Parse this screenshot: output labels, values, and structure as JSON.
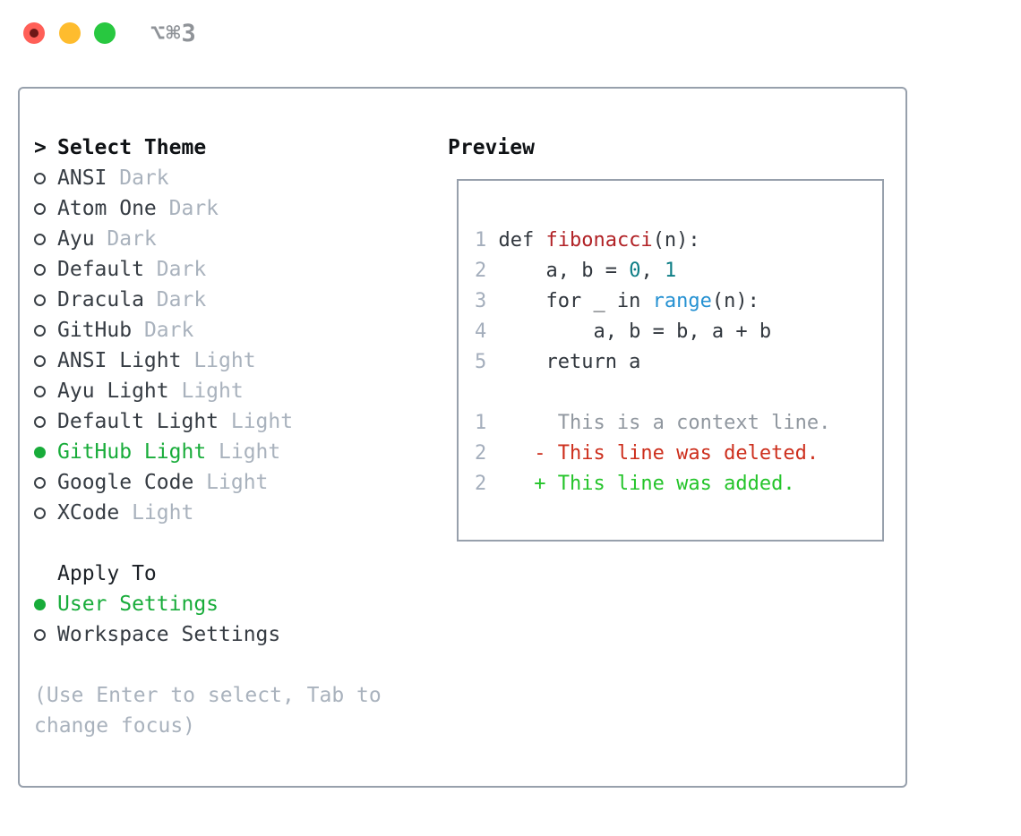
{
  "window": {
    "title": "⌥⌘3",
    "traffic_lights": [
      {
        "name": "close",
        "color": "#ff5f57",
        "has_unsaved_dot": true
      },
      {
        "name": "minimize",
        "color": "#febc2e"
      },
      {
        "name": "zoom",
        "color": "#28c840"
      }
    ]
  },
  "theme_panel": {
    "pointer": ">",
    "heading": "Select Theme",
    "themes": [
      {
        "name": "ANSI",
        "variant": "Dark",
        "selected": false
      },
      {
        "name": "Atom One",
        "variant": "Dark",
        "selected": false
      },
      {
        "name": "Ayu",
        "variant": "Dark",
        "selected": false
      },
      {
        "name": "Default",
        "variant": "Dark",
        "selected": false
      },
      {
        "name": "Dracula",
        "variant": "Dark",
        "selected": false
      },
      {
        "name": "GitHub",
        "variant": "Dark",
        "selected": false
      },
      {
        "name": "ANSI Light",
        "variant": "Light",
        "selected": false
      },
      {
        "name": "Ayu Light",
        "variant": "Light",
        "selected": false
      },
      {
        "name": "Default Light",
        "variant": "Light",
        "selected": false
      },
      {
        "name": "GitHub Light",
        "variant": "Light",
        "selected": true
      },
      {
        "name": "Google Code",
        "variant": "Light",
        "selected": false
      },
      {
        "name": "XCode",
        "variant": "Light",
        "selected": false
      }
    ],
    "apply_heading": "Apply To",
    "apply_options": [
      {
        "name": "User Settings",
        "selected": true
      },
      {
        "name": "Workspace Settings",
        "selected": false
      }
    ],
    "help_text": "(Use Enter to select, Tab to change focus)"
  },
  "preview": {
    "heading": "Preview",
    "code_lines": [
      {
        "num": "1",
        "tokens": [
          {
            "text": "def ",
            "type": "plain"
          },
          {
            "text": "fibonacci",
            "type": "func"
          },
          {
            "text": "(n):",
            "type": "plain"
          }
        ]
      },
      {
        "num": "2",
        "tokens": [
          {
            "text": "    a, b = ",
            "type": "plain"
          },
          {
            "text": "0",
            "type": "num"
          },
          {
            "text": ", ",
            "type": "plain"
          },
          {
            "text": "1",
            "type": "num"
          }
        ]
      },
      {
        "num": "3",
        "tokens": [
          {
            "text": "    for _ in ",
            "type": "plain"
          },
          {
            "text": "range",
            "type": "builtin"
          },
          {
            "text": "(n):",
            "type": "plain"
          }
        ]
      },
      {
        "num": "4",
        "tokens": [
          {
            "text": "        a, b = b, a + b",
            "type": "plain"
          }
        ]
      },
      {
        "num": "5",
        "tokens": [
          {
            "text": "    return a",
            "type": "plain"
          }
        ]
      },
      {
        "num": "",
        "tokens": []
      },
      {
        "num": "1",
        "tokens": [
          {
            "text": "     This is a context line.",
            "type": "context"
          }
        ]
      },
      {
        "num": "2",
        "tokens": [
          {
            "text": "   - This line was deleted.",
            "type": "deleted"
          }
        ]
      },
      {
        "num": "2",
        "tokens": [
          {
            "text": "   + This line was added.",
            "type": "added"
          }
        ]
      }
    ]
  },
  "colors": {
    "accent_green": "#18ac3a",
    "diff_green": "#24c42a",
    "diff_red": "#cd2f1d",
    "func_red": "#b12226",
    "number_teal": "#0e7e86",
    "builtin_blue": "#2591d2",
    "muted_gray": "#a9b2bd",
    "border_gray": "#97a0ac"
  }
}
